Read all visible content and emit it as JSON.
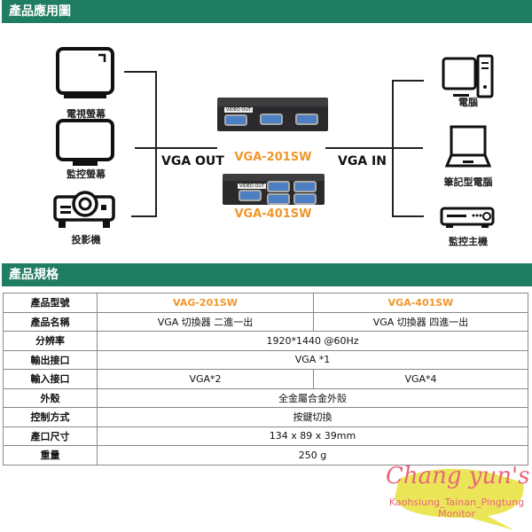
{
  "sections": {
    "application": "產品應用圖",
    "spec": "產品規格"
  },
  "diagram": {
    "left_devices": [
      {
        "label": "電視螢幕",
        "icon": "tv-icon"
      },
      {
        "label": "監控螢幕",
        "icon": "monitor-icon"
      },
      {
        "label": "投影機",
        "icon": "projector-icon"
      }
    ],
    "right_devices": [
      {
        "label": "電腦",
        "icon": "desktop-computer-icon"
      },
      {
        "label": "筆記型電腦",
        "icon": "laptop-icon"
      },
      {
        "label": "監控主機",
        "icon": "dvr-icon"
      }
    ],
    "vga_out": "VGA OUT",
    "vga_in": "VGA IN",
    "models": [
      "VGA-201SW",
      "VGA-401SW"
    ],
    "port_label": "VIDEO OUT"
  },
  "table": {
    "rows": [
      {
        "k": "產品型號",
        "a": "VAG-201SW",
        "b": "VGA-401SW"
      },
      {
        "k": "產品名稱",
        "a": "VGA 切換器 二進一出",
        "b": "VGA 切換器 四進一出"
      },
      {
        "k": "分辨率",
        "v": "1920*1440 @60Hz"
      },
      {
        "k": "輸出接口",
        "v": "VGA *1"
      },
      {
        "k": "輸入接口",
        "a": "VGA*2",
        "b": "VGA*4"
      },
      {
        "k": "外殼",
        "v": "全金屬合金外殼"
      },
      {
        "k": "控制方式",
        "v": "按鍵切換"
      },
      {
        "k": "產口尺寸",
        "v": "134 x 89 x 39mm"
      },
      {
        "k": "重量",
        "v": "250 g"
      }
    ]
  },
  "watermark": {
    "brand": "Chang yun's",
    "line1": "Kaohsiung_Tainan_Pingtung",
    "line2": "Monitor"
  },
  "colors": {
    "header": "#1f7d62",
    "model": "#f0962a",
    "logo_text": "#e8677a",
    "logo_bubble": "#e8e23a"
  }
}
